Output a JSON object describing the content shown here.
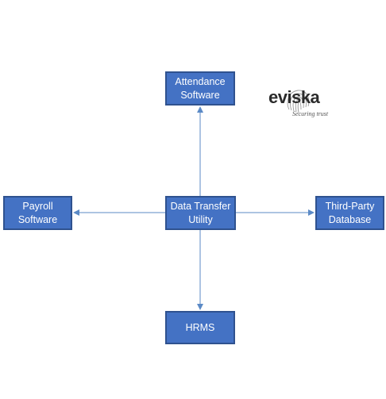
{
  "diagram": {
    "nodes": {
      "attendance": {
        "label": "Attendance\nSoftware"
      },
      "payroll": {
        "label": "Payroll\nSoftware"
      },
      "dtu": {
        "label": "Data Transfer\nUtility"
      },
      "thirdparty": {
        "label": "Third-Party\nDatabase"
      },
      "hrms": {
        "label": "HRMS"
      }
    },
    "edges": [
      {
        "from": "dtu",
        "to": "attendance"
      },
      {
        "from": "dtu",
        "to": "payroll"
      },
      {
        "from": "dtu",
        "to": "thirdparty"
      },
      {
        "from": "dtu",
        "to": "hrms"
      }
    ]
  },
  "logo": {
    "word": "eviska",
    "tagline": "Securing trust"
  },
  "colors": {
    "node_fill": "#4472c4",
    "node_border": "#2f528f",
    "connector": "#5b8ac6"
  }
}
